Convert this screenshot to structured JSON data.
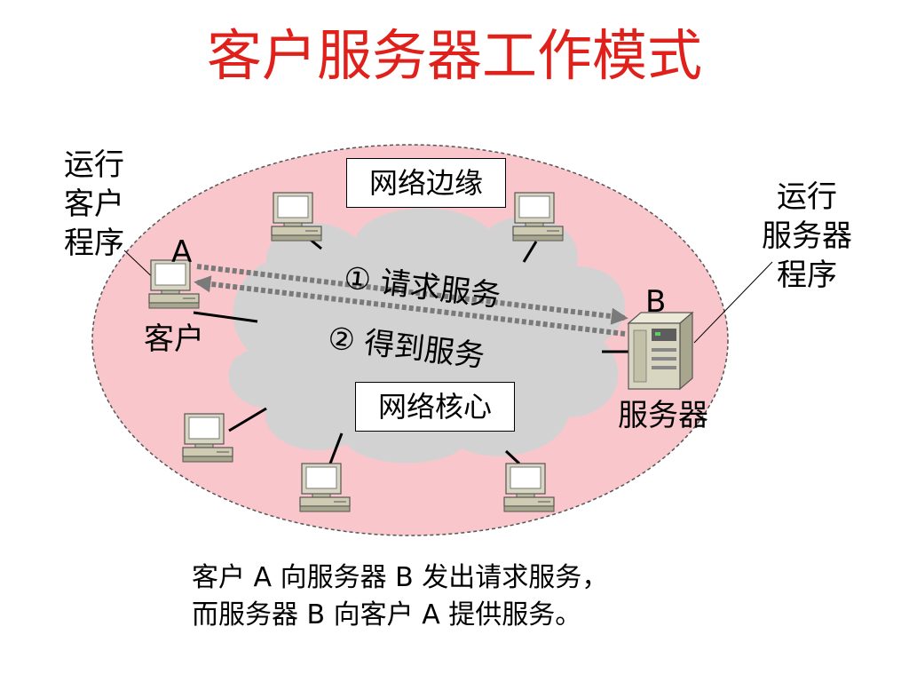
{
  "title": "客户服务器工作模式",
  "labels": {
    "client_program": [
      "运行",
      "客户",
      "程序"
    ],
    "server_program": [
      "运行",
      "服务器",
      "程序"
    ],
    "node_a": "A",
    "node_b": "B",
    "client": "客户",
    "server": "服务器"
  },
  "boxes": {
    "network_edge": "网络边缘",
    "network_core": "网络核心"
  },
  "arrows": {
    "request": "① 请求服务",
    "response": "② 得到服务"
  },
  "caption": [
    "客户 A 向服务器 B 发出请求服务，",
    "而服务器 B 向客户 A 提供服务。"
  ],
  "colors": {
    "title": "#e0201b",
    "edge_fill": "#f9c7cb",
    "core_fill": "#d2d2d2",
    "arrow": "#7a7a7a"
  }
}
